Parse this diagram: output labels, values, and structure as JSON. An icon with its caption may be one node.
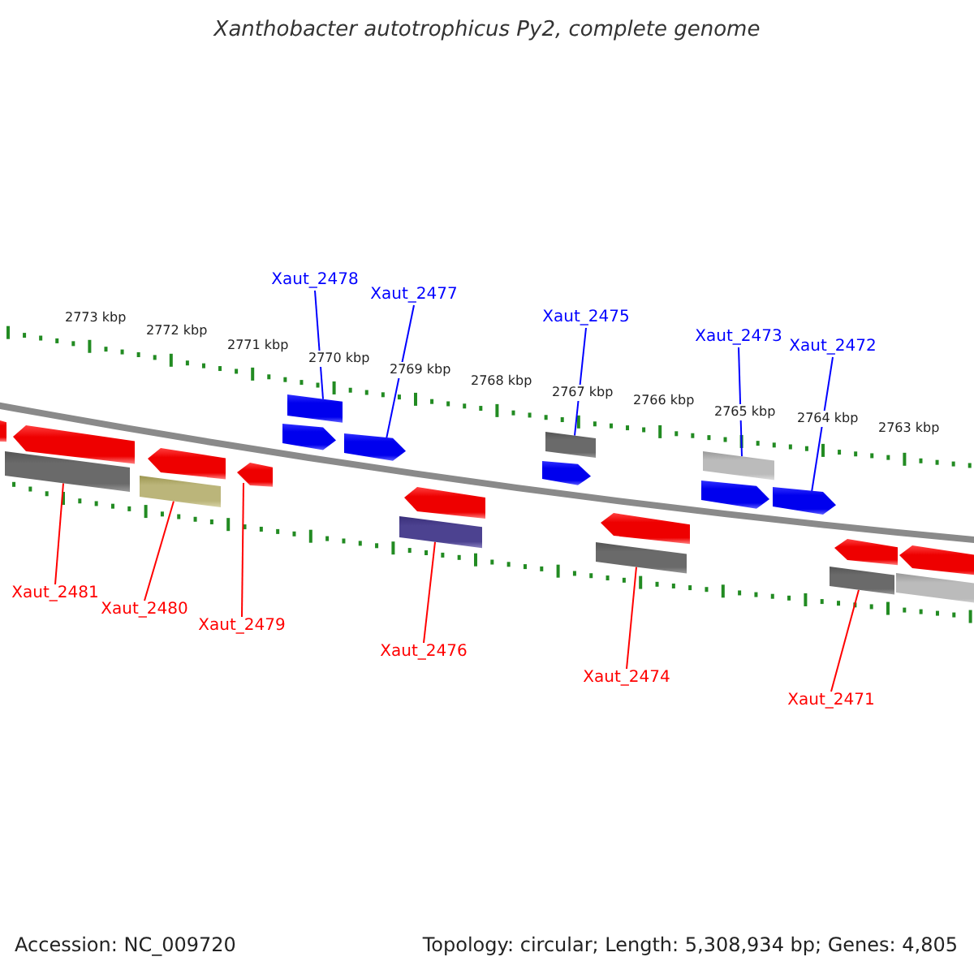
{
  "diagram": {
    "title": "Xanthobacter autotrophicus Py2, complete genome",
    "nodes": [
      {
        "text": [
          "Xaut_2478"
        ]
      },
      {
        "text": [
          "Xaut_2477"
        ]
      },
      {
        "text": [
          "Xaut_2475"
        ]
      },
      {
        "text": [
          "Xaut_2473"
        ]
      },
      {
        "text": [
          "Xaut_2472"
        ]
      },
      {
        "text": [
          "Xaut_2481"
        ]
      },
      {
        "text": [
          "Xaut_2480"
        ]
      },
      {
        "text": [
          "Xaut_2479"
        ]
      },
      {
        "text": [
          "Xaut_2476"
        ]
      },
      {
        "text": [
          "Xaut_2474"
        ]
      },
      {
        "text": [
          "Xaut_2471"
        ]
      },
      {
        "text": [],
        "shape": "arrow"
      },
      {
        "text": [],
        "shape": "bar"
      },
      {
        "text": [],
        "shape": "arrow"
      },
      {
        "text": [],
        "shape": "bar"
      },
      {
        "text": [],
        "shape": "arrow"
      },
      {
        "text": [],
        "shape": "arrow"
      },
      {
        "text": [],
        "shape": "arrow"
      },
      {
        "text": [],
        "shape": "bar"
      },
      {
        "text": [],
        "shape": "arrow"
      },
      {
        "text": [],
        "shape": "bar"
      },
      {
        "text": [],
        "shape": "arrow"
      },
      {
        "text": [],
        "shape": "arrow"
      },
      {
        "text": [],
        "shape": "bar"
      },
      {
        "text": [],
        "shape": "bar"
      },
      {
        "text": [],
        "shape": "arrow"
      },
      {
        "text": [],
        "shape": "arrow"
      },
      {
        "text": [],
        "shape": "bar"
      },
      {
        "text": [],
        "shape": "arrow"
      },
      {
        "text": [],
        "shape": "bar"
      },
      {
        "text": [],
        "shape": "arrow"
      },
      {
        "text": [],
        "shape": "bar"
      },
      {
        "text": [],
        "shape": "arrow"
      }
    ],
    "edges": [
      {
        "from": 0,
        "to": 18,
        "arrow": "none",
        "color": "#0000ff"
      },
      {
        "from": 1,
        "to": 19,
        "arrow": "none",
        "color": "#0000ff"
      },
      {
        "from": 2,
        "to": 23,
        "arrow": "none",
        "color": "#0000ff"
      },
      {
        "from": 3,
        "to": 27,
        "arrow": "none",
        "color": "#0000ff"
      },
      {
        "from": 4,
        "to": 28,
        "arrow": "none",
        "color": "#0000ff"
      },
      {
        "from": 5,
        "to": 12,
        "arrow": "none"
      },
      {
        "from": 6,
        "to": 14,
        "arrow": "none"
      },
      {
        "from": 7,
        "to": 16,
        "arrow": "none"
      },
      {
        "from": 8,
        "to": 20,
        "arrow": "none"
      },
      {
        "from": 9,
        "to": 24,
        "arrow": "none"
      },
      {
        "from": 10,
        "to": 29,
        "arrow": "none"
      }
    ],
    "labels": [
      "2773 kbp",
      "2772 kbp",
      "2771 kbp",
      "2770 kbp",
      "2769 kbp",
      "2768 kbp",
      "2767 kbp",
      "2766 kbp",
      "2765 kbp",
      "2764 kbp",
      "2763 kbp",
      "Accession: NC_009720",
      "Topology: circular; Length: 5,308,934 bp; Genes: 4,805"
    ]
  }
}
